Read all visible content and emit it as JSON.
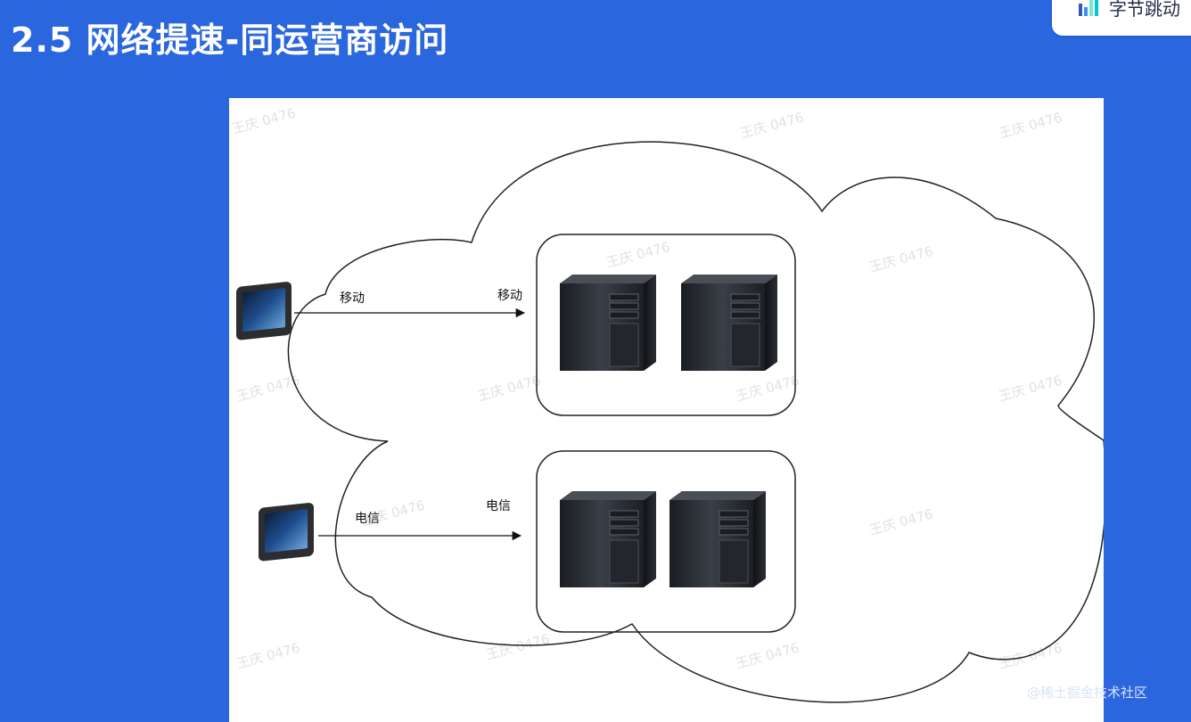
{
  "slide": {
    "title": "2.5 网络提速-同运营商访问"
  },
  "logo": {
    "text": "字节跳动",
    "icon": "bytedance-logo-icon"
  },
  "diagram": {
    "watermark_text": "王庆 0476",
    "rows": [
      {
        "edge_label": "移动",
        "target_label": "移动",
        "client_icon": "tablet-icon",
        "server_icon": "server-tower-icon",
        "server_count": 2
      },
      {
        "edge_label": "电信",
        "target_label": "电信",
        "client_icon": "tablet-icon",
        "server_icon": "server-tower-icon",
        "server_count": 2
      }
    ],
    "container_shape": "cloud"
  },
  "footer": {
    "watermark": "@稀土掘金技术社区"
  },
  "colors": {
    "background": "#2a66dd",
    "canvas": "#ffffff",
    "outline": "#222222"
  }
}
